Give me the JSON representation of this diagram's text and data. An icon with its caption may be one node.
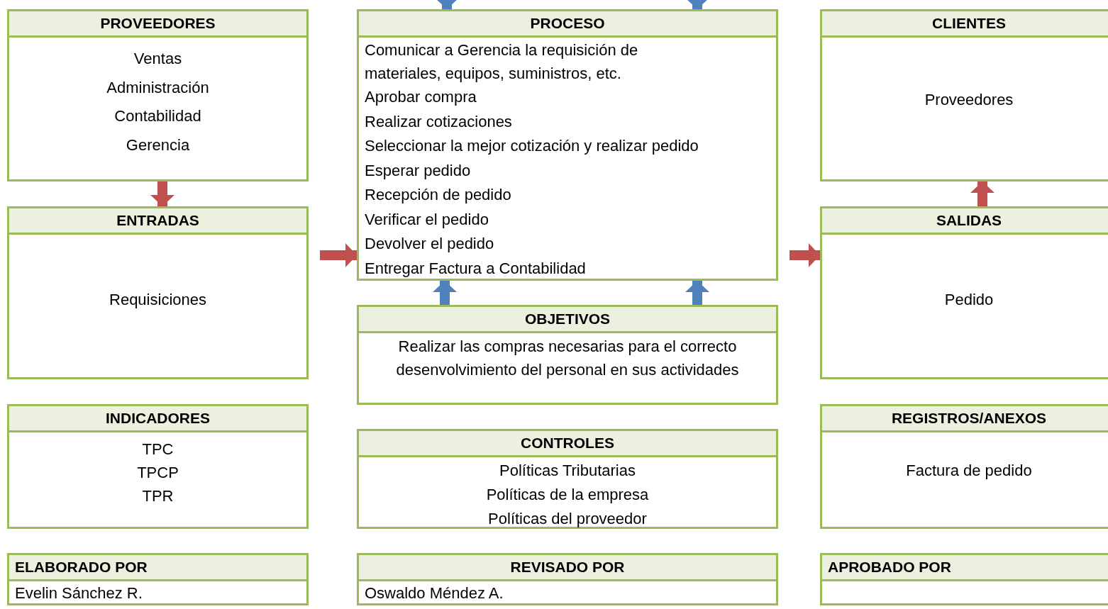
{
  "diagram": {
    "nodes": [
      {
        "text": [
          "PROVEEDORES",
          "Ventas",
          "Administración",
          "Contabilidad",
          "Gerencia"
        ]
      },
      {
        "text": [
          "PROCESO",
          "Comunicar a Gerencia la requisición de materiales, equipos, suministros, etc.",
          "Aprobar compra",
          "Realizar cotizaciones",
          "Seleccionar la mejor cotización y realizar pedido",
          "Esperar pedido",
          "Recepción de pedido",
          "Verificar el pedido",
          "Devolver el pedido",
          "Entregar Factura a Contabilidad"
        ]
      },
      {
        "text": [
          "CLIENTES",
          "Proveedores"
        ]
      },
      {
        "text": [
          "ENTRADAS",
          "Requisiciones"
        ]
      },
      {
        "text": [
          "SALIDAS",
          "Pedido"
        ]
      },
      {
        "text": [
          "OBJETIVOS",
          "Realizar las compras necesarias para el correcto desenvolvimiento del personal en sus actividades"
        ]
      },
      {
        "text": [
          "INDICADORES",
          "TPC",
          "TPCP",
          "TPR"
        ]
      },
      {
        "text": [
          "CONTROLES",
          "Políticas Tributarias",
          "Políticas de la empresa",
          "Políticas del proveedor"
        ]
      },
      {
        "text": [
          "REGISTROS/ANEXOS",
          "Factura de pedido"
        ]
      },
      {
        "text": [
          "ELABORADO POR",
          "Evelin Sánchez R."
        ]
      },
      {
        "text": [
          "REVISADO POR",
          "Oswaldo Méndez A."
        ]
      },
      {
        "text": [
          "APROBADO POR"
        ]
      }
    ],
    "edges": [
      {
        "from": null,
        "to": 1,
        "arrow": "to",
        "color": "#4f81bd"
      },
      {
        "from": null,
        "to": 1,
        "arrow": "to",
        "color": "#4f81bd"
      },
      {
        "from": 0,
        "to": 3,
        "arrow": "to",
        "color": "#c0504d"
      },
      {
        "from": 4,
        "to": 2,
        "arrow": "to",
        "color": "#c0504d"
      },
      {
        "from": 3,
        "to": 1,
        "arrow": "to",
        "color": "#c0504d"
      },
      {
        "from": 1,
        "to": 4,
        "arrow": "to",
        "color": "#c0504d"
      },
      {
        "from": 5,
        "to": 1,
        "arrow": "to",
        "color": "#4f81bd"
      },
      {
        "from": 5,
        "to": 1,
        "arrow": "to",
        "color": "#4f81bd"
      }
    ]
  }
}
